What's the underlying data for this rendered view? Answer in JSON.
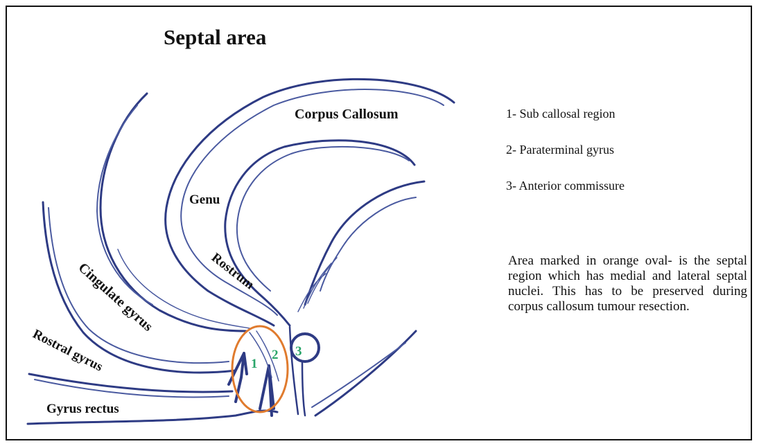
{
  "figure": {
    "title": "Septal area",
    "labels": {
      "corpus_callosum": "Corpus Callosum",
      "genu": "Genu",
      "rostrum": "Rostrum",
      "cingulate_gyrus": "Cingulate gyrus",
      "rostral_gyrus": "Rostral gyrus",
      "gyrus_rectus": "Gyrus rectus"
    },
    "markers": [
      "1",
      "2",
      "3"
    ],
    "oval_color": "#e07b2e",
    "marker_color": "#2aa56a",
    "ink_color": "#4a5aa0"
  },
  "legend": {
    "items": [
      "1- Sub callosal region",
      "2- Paraterminal gyrus",
      "3- Anterior commissure"
    ]
  },
  "note": "Area marked in orange oval- is the septal region which has medial and lateral septal nuclei. This has to be preserved during corpus callosum tumour resection."
}
